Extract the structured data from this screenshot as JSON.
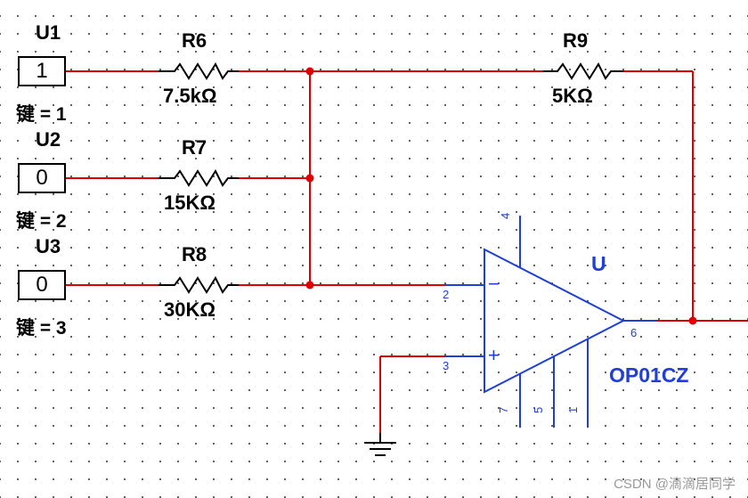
{
  "keys": [
    {
      "ref": "U1",
      "value": "1",
      "label": "键 = 1"
    },
    {
      "ref": "U2",
      "value": "0",
      "label": "键 = 2"
    },
    {
      "ref": "U3",
      "value": "0",
      "label": "键 = 3"
    }
  ],
  "resistors": [
    {
      "ref": "R6",
      "value": "7.5kΩ"
    },
    {
      "ref": "R7",
      "value": "15KΩ"
    },
    {
      "ref": "R8",
      "value": "30KΩ"
    },
    {
      "ref": "R9",
      "value": "5KΩ"
    }
  ],
  "opamp": {
    "ref": "U",
    "model": "OP01CZ",
    "pins": {
      "inv": "2",
      "noninv": "3",
      "out": "6",
      "top": "4",
      "b7": "7",
      "b5": "5",
      "b1": "1"
    },
    "minus": "−",
    "plus": "+"
  },
  "colors": {
    "wire": "#e00000",
    "component": "#000000",
    "opamp": "#1f3fd6"
  },
  "watermark": "CSDN @滴滴居同学"
}
